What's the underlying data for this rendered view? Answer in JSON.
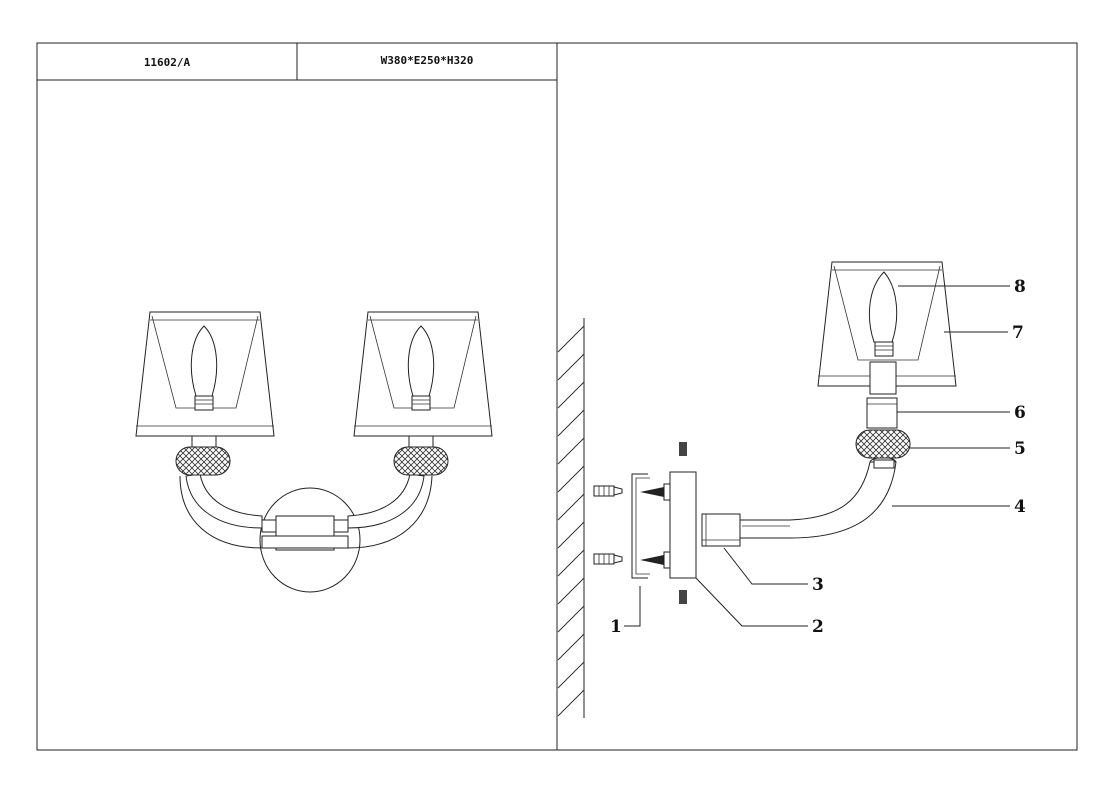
{
  "header": {
    "model": "11602/A",
    "dimensions": "W380*E250*H320"
  },
  "callouts": [
    "1",
    "2",
    "3",
    "4",
    "5",
    "6",
    "7",
    "8"
  ]
}
